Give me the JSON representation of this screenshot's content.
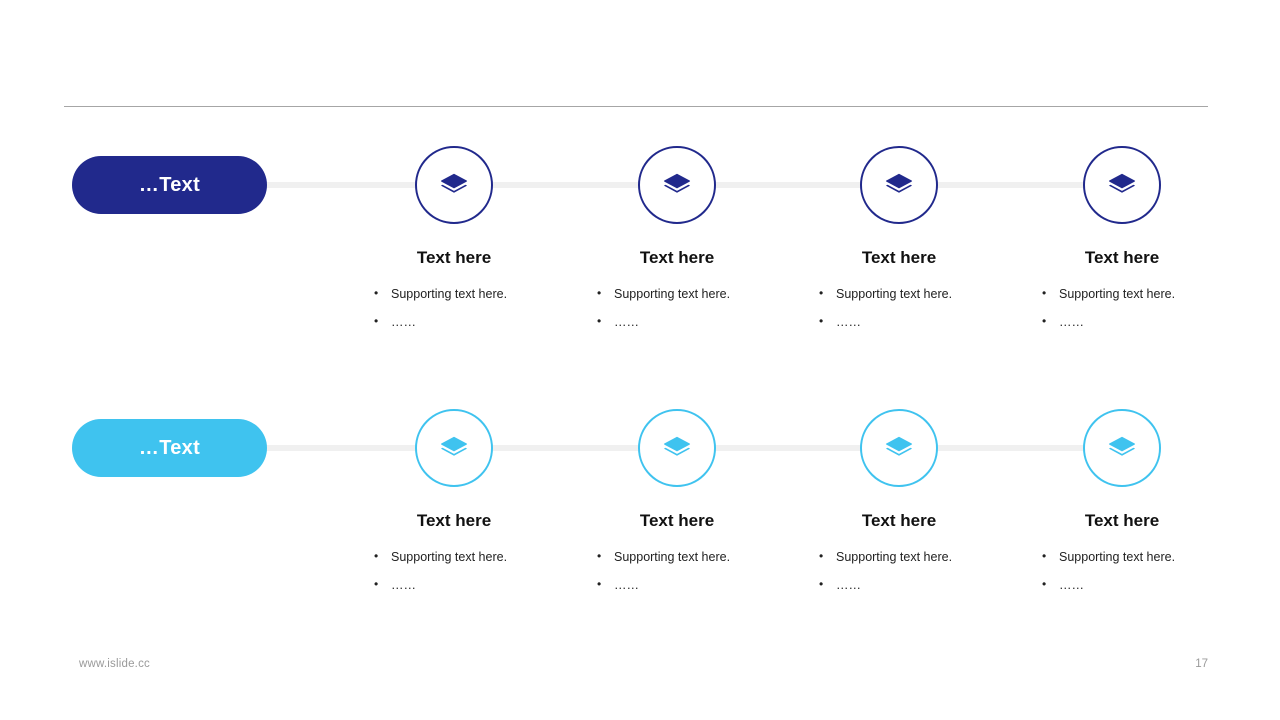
{
  "slide": {
    "page_number": "17",
    "website": "www.islide.cc"
  },
  "colors": {
    "navy": "#21298C",
    "cyan": "#3FC3EF",
    "rail": "#F0F0F0",
    "rule": "#A6A6A6",
    "title_text": "#111111",
    "body_text": "#222222",
    "footer_text": "#9A9A9A"
  },
  "rows": [
    {
      "id": "row-navy",
      "accent": "#21298C",
      "pill_label": "…Text",
      "nodes": [
        {
          "icon": "layers-icon",
          "title": "Text here",
          "bullets": [
            "Supporting text here.",
            "……"
          ]
        },
        {
          "icon": "layers-icon",
          "title": "Text here",
          "bullets": [
            "Supporting text here.",
            "……"
          ]
        },
        {
          "icon": "layers-icon",
          "title": "Text here",
          "bullets": [
            "Supporting text here.",
            "……"
          ]
        },
        {
          "icon": "layers-icon",
          "title": "Text here",
          "bullets": [
            "Supporting text here.",
            "……"
          ]
        }
      ]
    },
    {
      "id": "row-cyan",
      "accent": "#3FC3EF",
      "pill_label": "…Text",
      "nodes": [
        {
          "icon": "layers-icon",
          "title": "Text here",
          "bullets": [
            "Supporting text here.",
            "……"
          ]
        },
        {
          "icon": "layers-icon",
          "title": "Text here",
          "bullets": [
            "Supporting text here.",
            "……"
          ]
        },
        {
          "icon": "layers-icon",
          "title": "Text here",
          "bullets": [
            "Supporting text here.",
            "……"
          ]
        },
        {
          "icon": "layers-icon",
          "title": "Text here",
          "bullets": [
            "Supporting text here.",
            "……"
          ]
        }
      ]
    }
  ]
}
